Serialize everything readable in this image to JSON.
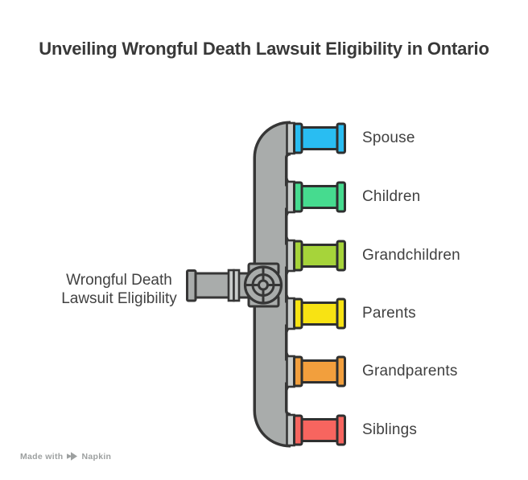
{
  "title": "Unveiling Wrongful Death Lawsuit Eligibility in Ontario",
  "source": {
    "label_line1": "Wrongful Death",
    "label_line2": "Lawsuit Eligibility"
  },
  "branches": [
    {
      "label": "Spouse",
      "color": "#29BDF2"
    },
    {
      "label": "Children",
      "color": "#46DB8F"
    },
    {
      "label": "Grandchildren",
      "color": "#A6D43A"
    },
    {
      "label": "Parents",
      "color": "#F8E313"
    },
    {
      "label": "Grandparents",
      "color": "#F29F3D"
    },
    {
      "label": "Siblings",
      "color": "#F7655F"
    }
  ],
  "footer": {
    "made_with": "Made with",
    "brand": "Napkin"
  },
  "colors": {
    "pipe_gray": "#A9ACAB",
    "pipe_outline": "#363636",
    "flange_gray": "#C9CCCB",
    "title_text": "#383838",
    "label_text": "#414141",
    "footer_text": "#9DA0A0",
    "background": "#FFFFFF"
  }
}
